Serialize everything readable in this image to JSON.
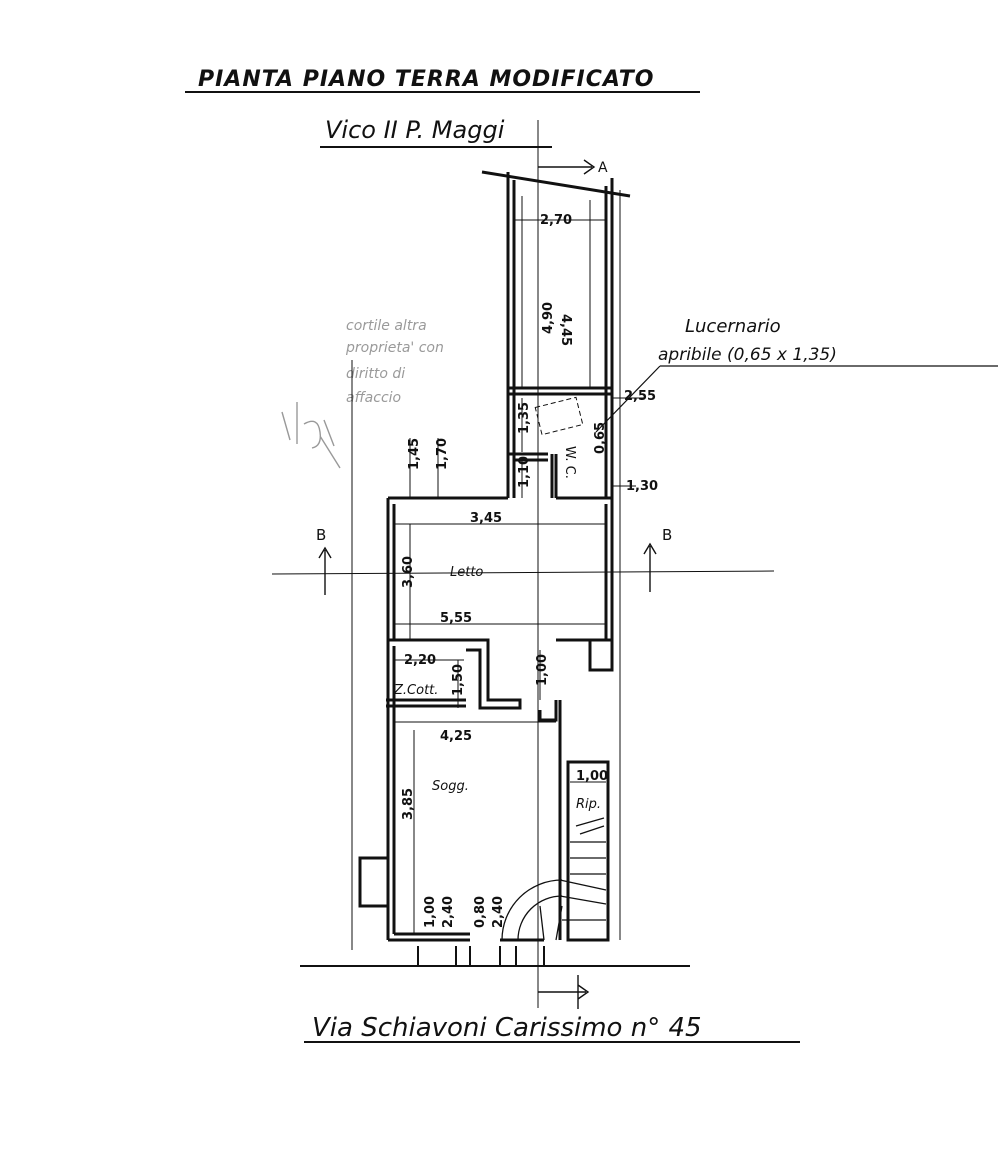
{
  "title": "PIANTA PIANO TERRA MODIFICATO",
  "street_top": "Vico II P. Maggi",
  "street_bottom": "Via Schiavoni Carissimo n° 45",
  "section_A_label": "A",
  "section_B_left": "B",
  "section_B_right": "B",
  "courtyard_note": [
    "cortile altra",
    "proprieta' con",
    "diritto di",
    "affaccio"
  ],
  "skylight_note": {
    "line1": "Lucernario",
    "line2": "apribile (0,65 x 1,35)"
  },
  "rooms": {
    "bedroom": "Letto",
    "living": "Sogg.",
    "kitchenette": "Z.Cott.",
    "wc": "W. C.",
    "storage": "Rip."
  },
  "dimensions": {
    "d270": "2,70",
    "d490": "4,90",
    "d445": "4,45",
    "d255": "2,55",
    "d065": "0,65",
    "d135": "1,35",
    "d110": "1,10",
    "d130": "1,30",
    "d145": "1,45",
    "d170": "1,70",
    "d345": "3,45",
    "d360": "3,60",
    "d555": "5,55",
    "d220": "2,20",
    "d150": "1,50",
    "d100a": "1,00",
    "d425": "4,25",
    "d385": "3,85",
    "d100b": "1,00",
    "d100c": "1,00",
    "d240a": "2,40",
    "d080": "0,80",
    "d240b": "2,40"
  }
}
